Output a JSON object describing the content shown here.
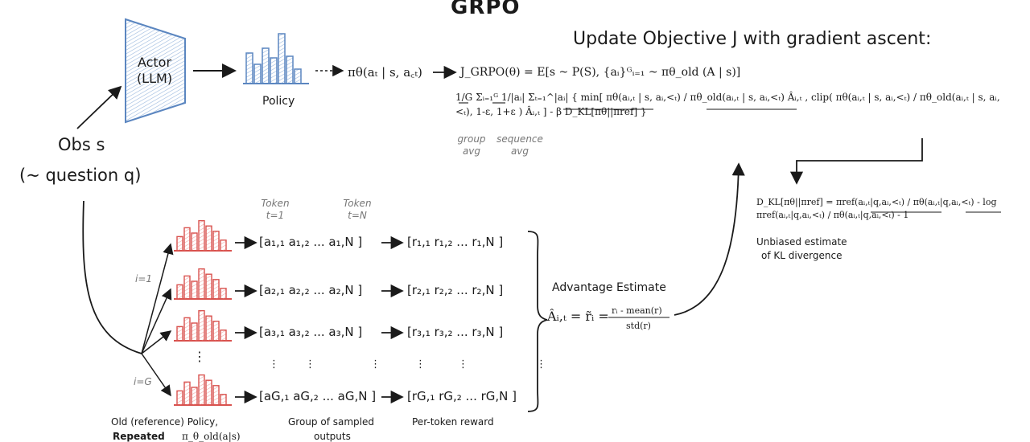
{
  "title": "GRPO",
  "update_label": "Update Objective J with gradient ascent:",
  "actor": {
    "line1": "Actor",
    "line2": "(LLM)"
  },
  "policy_label": "Policy",
  "policy_sample": "πθ(aₜ | s, a꜀ₜ)",
  "obs": {
    "line1": "Obs s",
    "line2": "(~ question q)"
  },
  "objective": {
    "lhs": "J_GRPO(θ) = E[s ~ P(S),  {aᵢ}ᴳᵢ₌₁ ~ πθ_old (A | s)]",
    "body": "1/G Σᵢ₌₁ᴳ  1/|aᵢ| Σₜ₌₁^|aᵢ| { min[ πθ(aᵢ,ₜ | s, aᵢ,<ₜ) / πθ_old(aᵢ,ₜ | s, aᵢ,<ₜ) Âᵢ,ₜ , clip( πθ(aᵢ,ₜ | s, aᵢ,<ₜ) / πθ_old(aᵢ,ₜ | s, aᵢ,<ₜ), 1-ε, 1+ε ) Âᵢ,ₜ ] - β D_KL[πθ||πref] }",
    "group_avg": "group avg",
    "sequence_avg": "sequence avg"
  },
  "kl": {
    "formula": "D_KL[πθ||πref] = πref(aᵢ,ₜ|q,aᵢ,<ₜ) / πθ(aᵢ,ₜ|q,aᵢ,<ₜ) - log πref(aᵢ,ₜ|q,aᵢ,<ₜ) / πθ(aᵢ,ₜ|q,aᵢ,<ₜ) - 1",
    "caption1": "Unbiased estimate",
    "caption2": "of KL divergence"
  },
  "token_headers": [
    "Token t=1",
    "Token t=N"
  ],
  "group_labels": {
    "first": "i=1",
    "last": "i=G"
  },
  "rows": [
    {
      "tokens": "[a₁,₁  a₁,₂  ...  a₁,N ]",
      "rewards": "[r₁,₁  r₁,₂  ...  r₁,N ]"
    },
    {
      "tokens": "[a₂,₁  a₂,₂  ...  a₂,N ]",
      "rewards": "[r₂,₁  r₂,₂  ...  r₂,N ]"
    },
    {
      "tokens": "[a₃,₁  a₃,₂  ...  a₃,N ]",
      "rewards": "[r₃,₁  r₃,₂  ...  r₃,N ]"
    },
    {
      "tokens": "[aG,₁  aG,₂  ...  aG,N ]",
      "rewards": "[rG,₁  rG,₂  ...  rG,N ]"
    }
  ],
  "advantage": {
    "title": "Advantage Estimate",
    "lhs": "Âᵢ,ₜ = r̃ᵢ =",
    "numerator": "rᵢ - mean(r)",
    "denominator": "std(r)"
  },
  "captions": {
    "old_policy": "Old (reference) Policy,",
    "old_policy2": "Repeated",
    "old_policy3": "π_θ_old(a|s)",
    "sampled": "Group of sampled",
    "sampled2": "outputs",
    "reward": "Per-token reward"
  },
  "colors": {
    "blue": "#5b86c0",
    "blue_fill": "#dbe7f5",
    "red": "#d9534f",
    "red_fill": "#f6d7d6"
  }
}
